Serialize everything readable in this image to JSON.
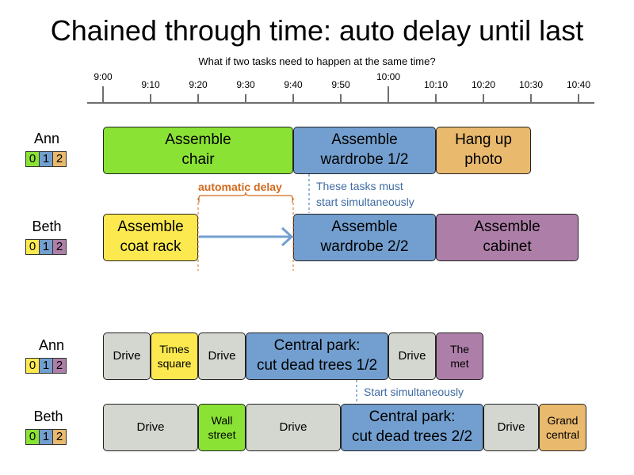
{
  "title": "Chained through time: auto delay until last",
  "subtitle": "What if two tasks need to happen at the same time?",
  "colors": {
    "green": "#8ae234",
    "blue": "#729fcf",
    "orange": "#e9b96e",
    "yellow": "#fce94f",
    "purple": "#ad7fa8",
    "gray": "#d3d7cf",
    "delay": "#d2691e",
    "note": "#3d6aa3"
  },
  "timeline": {
    "ticks": [
      "9:00",
      "9:10",
      "9:20",
      "9:30",
      "9:40",
      "9:50",
      "10:00",
      "10:10",
      "10:20",
      "10:30",
      "10:40"
    ],
    "major_ticks": [
      "9:00",
      "10:00"
    ]
  },
  "section1": {
    "ann": {
      "name": "Ann",
      "badge": [
        {
          "label": "0",
          "color": "green"
        },
        {
          "label": "1",
          "color": "blue"
        },
        {
          "label": "2",
          "color": "orange"
        }
      ],
      "tasks": [
        {
          "label": "Assemble\nchair",
          "start": "9:00",
          "end": "9:40",
          "color": "green"
        },
        {
          "label": "Assemble\nwardrobe 1/2",
          "start": "9:40",
          "end": "10:10",
          "color": "blue"
        },
        {
          "label": "Hang up\nphoto",
          "start": "10:10",
          "end": "10:30",
          "color": "orange"
        }
      ]
    },
    "beth": {
      "name": "Beth",
      "badge": [
        {
          "label": "0",
          "color": "yellow"
        },
        {
          "label": "1",
          "color": "blue"
        },
        {
          "label": "2",
          "color": "purple"
        }
      ],
      "tasks": [
        {
          "label": "Assemble\ncoat rack",
          "start": "9:00",
          "end": "9:20",
          "color": "yellow"
        },
        {
          "label": "Assemble\nwardrobe 2/2",
          "start": "9:40",
          "end": "10:10",
          "color": "blue"
        },
        {
          "label": "Assemble\ncabinet",
          "start": "10:10",
          "end": "10:40",
          "color": "purple"
        }
      ]
    },
    "delay_label": "automatic delay",
    "note": "These tasks must\nstart simultaneously"
  },
  "section2": {
    "ann": {
      "name": "Ann",
      "badge": [
        {
          "label": "0",
          "color": "yellow"
        },
        {
          "label": "1",
          "color": "blue"
        },
        {
          "label": "2",
          "color": "purple"
        }
      ],
      "tasks": [
        {
          "label": "Drive",
          "color": "gray"
        },
        {
          "label": "Times\nsquare",
          "color": "yellow"
        },
        {
          "label": "Drive",
          "color": "gray"
        },
        {
          "label": "Central park:\ncut dead trees 1/2",
          "color": "blue"
        },
        {
          "label": "Drive",
          "color": "gray"
        },
        {
          "label": "The\nmet",
          "color": "purple"
        }
      ]
    },
    "beth": {
      "name": "Beth",
      "badge": [
        {
          "label": "0",
          "color": "green"
        },
        {
          "label": "1",
          "color": "blue"
        },
        {
          "label": "2",
          "color": "orange"
        }
      ],
      "tasks": [
        {
          "label": "Drive",
          "color": "gray"
        },
        {
          "label": "Wall\nstreet",
          "color": "green"
        },
        {
          "label": "Drive",
          "color": "gray"
        },
        {
          "label": "Central park:\ncut dead trees 2/2",
          "color": "blue"
        },
        {
          "label": "Drive",
          "color": "gray"
        },
        {
          "label": "Grand\ncentral",
          "color": "orange"
        }
      ]
    },
    "note": "Start simultaneously"
  }
}
